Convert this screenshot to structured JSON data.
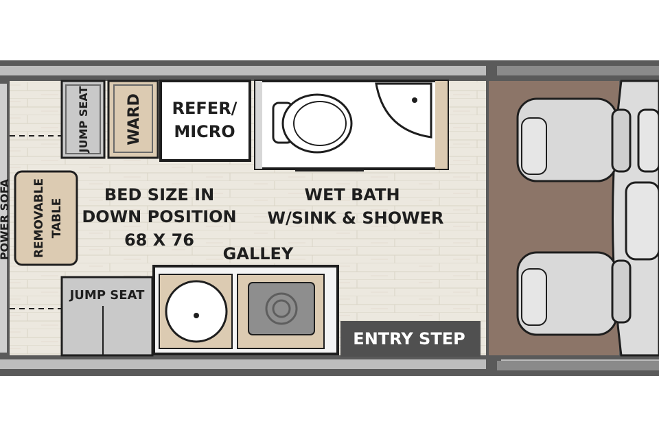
{
  "floorplan": {
    "labels": {
      "jump_seat_top": "JUMP SEAT",
      "wardrobe": "WARD",
      "refer_line1": "REFER/",
      "refer_line2": "MICRO",
      "bed_line1": "BED SIZE IN",
      "bed_line2": "DOWN POSITION",
      "bed_line3": "68 X 76",
      "wet_bath_line1": "WET BATH",
      "wet_bath_line2": "W/SINK & SHOWER",
      "galley": "GALLEY",
      "jump_seat_bottom": "JUMP SEAT",
      "entry_step": "ENTRY STEP",
      "removable_line1": "REMOVABLE",
      "removable_line2": "TABLE",
      "power_sofa": "POWER SOFA"
    },
    "colors": {
      "wall": "#5a5a5a",
      "floor": "#ece8df",
      "cab_floor": "#8c7568",
      "tan": "#dccbb2",
      "cabinet_grey": "#c9c9c9",
      "entry_step": "#505050"
    }
  }
}
